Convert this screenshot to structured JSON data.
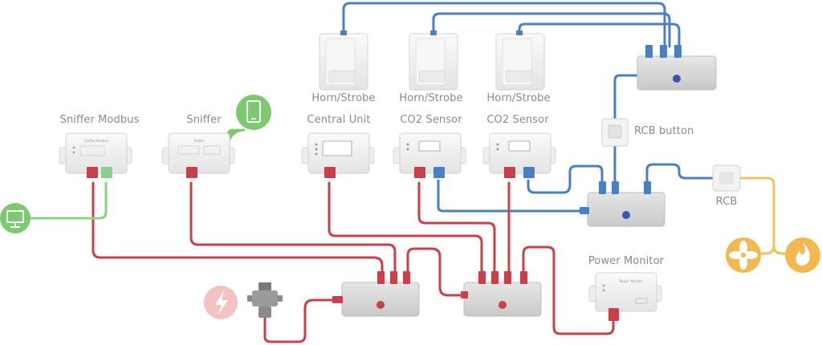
{
  "labels": {
    "sniffer_modbus": "Sniffer Modbus",
    "sniffer": "Sniffer",
    "central_unit": "Central Unit",
    "co2_sensor_1": "CO2 Sensor",
    "co2_sensor_2": "CO2 Sensor",
    "horn_strobe_1": "Horn/Strobe",
    "horn_strobe_2": "Horn/Strobe",
    "horn_strobe_3": "Horn/Strobe",
    "rcb_button": "RCB button",
    "rcb": "RCB",
    "power_monitor": "Power Monitor"
  },
  "device_text": {
    "sniffer_modbus_panel": "Sniffer Modbus",
    "sniffer_panel": "Sniffer",
    "power_monitor_panel": "Power Monitor"
  },
  "colors": {
    "red_cable": "#c8404a",
    "blue_cable": "#4a7fc4",
    "green_cable": "#8bd08a",
    "orange_cable": "#f2c063",
    "hub_body": "#d8d8d8",
    "device_body": "#f2f2f2",
    "label_text": "#8a8a8a",
    "green_icon": "#7cc96f",
    "orange_icon": "#f3b84f",
    "power_icon": "#f4c2c2"
  },
  "icons": [
    "monitor-icon",
    "smartphone-icon",
    "wifi-icon",
    "power-bolt-icon",
    "fan-icon",
    "fire-icon"
  ]
}
